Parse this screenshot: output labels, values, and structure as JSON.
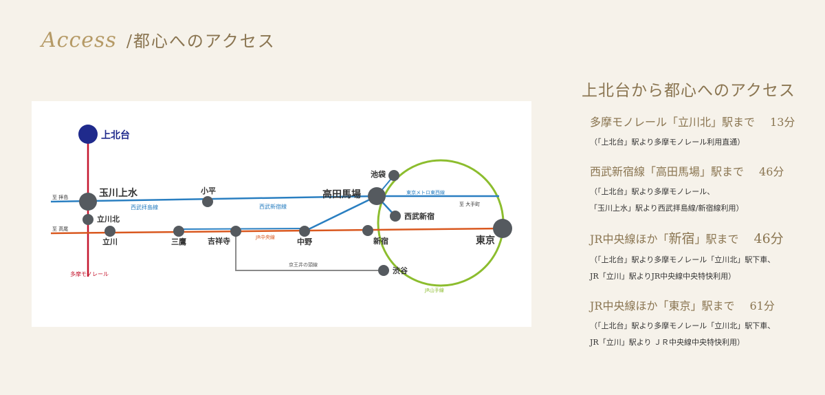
{
  "header": {
    "script_title": "Access",
    "title": "/都心へのアクセス"
  },
  "map": {
    "stations": {
      "kamikitadai": "上北台",
      "tamagawajosui": "玉川上水",
      "tachikawakita": "立川北",
      "tachikawa": "立川",
      "mitaka": "三鷹",
      "kichijoji": "吉祥寺",
      "kodaira": "小平",
      "nakano": "中野",
      "takadanobaba": "高田馬場",
      "ikebukuro": "池袋",
      "seibushinjuku": "西武新宿",
      "shinjuku": "新宿",
      "shibuya": "渋谷",
      "tokyo": "東京"
    },
    "lines": {
      "seibu_haijima": "西武拝島線",
      "seibu_shinjuku": "西武新宿線",
      "tozai": "東京メトロ東西線",
      "chuo": "JR中央線",
      "keio_inokashira": "京王井の頭線",
      "yamanote": "JR山手線",
      "monorail": "多摩モノレール"
    },
    "terminals": {
      "haijima": "至 拝島",
      "takao": "至 高尾",
      "otemachi": "至 大手町"
    },
    "colors": {
      "monorail": "#c4142c",
      "seibu": "#2a7fc1",
      "chuo": "#d9581f",
      "yamanote": "#8cbd2e",
      "keio": "#8a8a8a",
      "station": "#555a5f",
      "origin": "#1f2a8c"
    }
  },
  "side": {
    "heading": "上北台から都心へのアクセス",
    "routes": [
      {
        "pre": "多摩モノレール「",
        "em": "立川北",
        "post": "」駅まで",
        "time": "13分",
        "notes": [
          "（「上北台」駅より多摩モノレール利用直通）"
        ]
      },
      {
        "pre": "西武新宿線「",
        "em": "高田馬場",
        "post": "」駅まで",
        "time": "46分",
        "notes": [
          "（「上北台」駅より多摩モノレール、",
          "「玉川上水」駅より西武拝島線/新宿線利用）"
        ]
      },
      {
        "pre": "JR中央線ほか「",
        "em": "新宿",
        "post": "」駅まで",
        "time": "46分",
        "notes": [
          "（「上北台」駅より多摩モノレール「立川北」駅下車、",
          "JR「立川」駅よりJR中央線中央特快利用）"
        ]
      },
      {
        "pre": "JR中央線ほか「",
        "em": "東京",
        "post": "」駅まで",
        "time": "61分",
        "notes": [
          "（「上北台」駅より多摩モノレール「立川北」駅下車、",
          "JR「立川」駅より ＪＲ中央線中央特快利用）"
        ]
      }
    ]
  }
}
